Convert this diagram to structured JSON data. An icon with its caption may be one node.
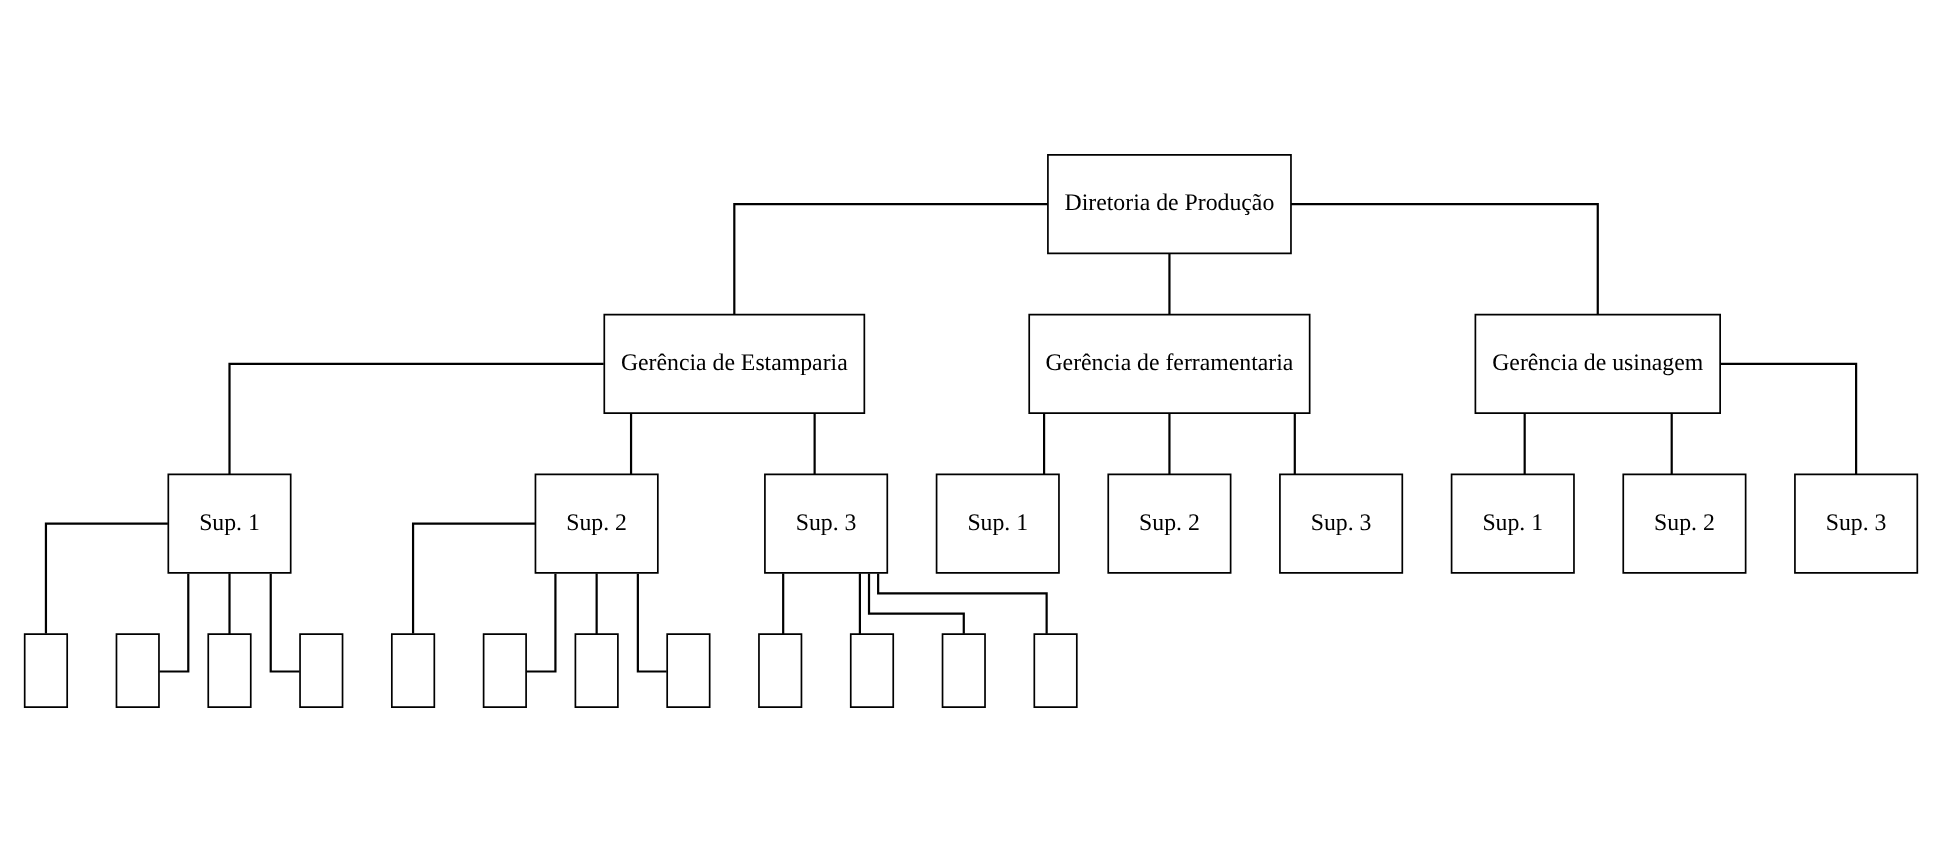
{
  "diagram": {
    "nodes": [
      {
        "text": [
          "Diretoria de Produção"
        ]
      },
      {
        "text": [
          "Gerência de Estamparia"
        ]
      },
      {
        "text": [
          "Gerência de ferramentaria"
        ]
      },
      {
        "text": [
          "Gerência de usinagem"
        ]
      },
      {
        "text": [
          "Sup. 1"
        ]
      },
      {
        "text": [
          "Sup. 2"
        ]
      },
      {
        "text": [
          "Sup. 3"
        ]
      },
      {
        "text": [
          "Sup. 1"
        ]
      },
      {
        "text": [
          "Sup. 2"
        ]
      },
      {
        "text": [
          "Sup. 3"
        ]
      },
      {
        "text": [
          "Sup. 1"
        ]
      },
      {
        "text": [
          "Sup. 2"
        ]
      },
      {
        "text": [
          "Sup. 3"
        ]
      },
      {
        "text": [],
        "shape": "box"
      },
      {
        "text": [],
        "shape": "box"
      },
      {
        "text": [],
        "shape": "box"
      },
      {
        "text": [],
        "shape": "box"
      },
      {
        "text": [],
        "shape": "box"
      },
      {
        "text": [],
        "shape": "box"
      },
      {
        "text": [],
        "shape": "box"
      },
      {
        "text": [],
        "shape": "box"
      },
      {
        "text": [],
        "shape": "box"
      },
      {
        "text": [],
        "shape": "box"
      },
      {
        "text": [],
        "shape": "box"
      },
      {
        "text": [],
        "shape": "box"
      }
    ],
    "edges": [
      {
        "from": 0,
        "to": 1,
        "arrow": "none"
      },
      {
        "from": 0,
        "to": 2,
        "arrow": "none"
      },
      {
        "from": 0,
        "to": 3,
        "arrow": "none"
      },
      {
        "from": 1,
        "to": 4,
        "arrow": "none"
      },
      {
        "from": 1,
        "to": 5,
        "arrow": "none"
      },
      {
        "from": 1,
        "to": 6,
        "arrow": "none"
      },
      {
        "from": 2,
        "to": 7,
        "arrow": "none"
      },
      {
        "from": 2,
        "to": 8,
        "arrow": "none"
      },
      {
        "from": 2,
        "to": 9,
        "arrow": "none"
      },
      {
        "from": 3,
        "to": 10,
        "arrow": "none"
      },
      {
        "from": 3,
        "to": 11,
        "arrow": "none"
      },
      {
        "from": 3,
        "to": 12,
        "arrow": "none"
      },
      {
        "from": 4,
        "to": 13,
        "arrow": "none"
      },
      {
        "from": 4,
        "to": 14,
        "arrow": "none"
      },
      {
        "from": 4,
        "to": 15,
        "arrow": "none"
      },
      {
        "from": 4,
        "to": 16,
        "arrow": "none"
      },
      {
        "from": 5,
        "to": 17,
        "arrow": "none"
      },
      {
        "from": 5,
        "to": 18,
        "arrow": "none"
      },
      {
        "from": 5,
        "to": 19,
        "arrow": "none"
      },
      {
        "from": 5,
        "to": 20,
        "arrow": "none"
      },
      {
        "from": 6,
        "to": 21,
        "arrow": "none"
      },
      {
        "from": 6,
        "to": 22,
        "arrow": "none"
      },
      {
        "from": 6,
        "to": 23,
        "arrow": "none"
      },
      {
        "from": 6,
        "to": 24,
        "arrow": "none"
      }
    ]
  }
}
